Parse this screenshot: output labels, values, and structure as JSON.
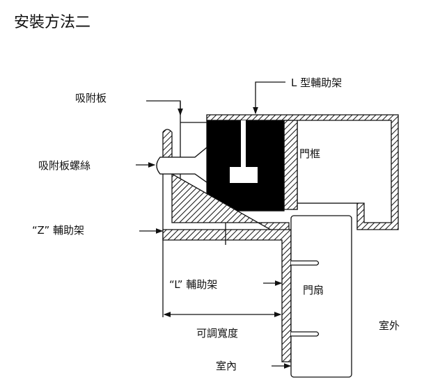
{
  "title": "安裝方法二",
  "labels": {
    "armature_plate": "吸附板",
    "l_bracket_top": "L 型輔助架",
    "plate_screw": "吸附板螺絲",
    "z_bracket": "“Z” 輔助架",
    "l_bracket": "“L” 輔助架",
    "door_frame": "門框",
    "door_leaf": "門扇",
    "outdoor": "室外",
    "adjustable_width": "可調寬度",
    "indoor": "室內"
  }
}
